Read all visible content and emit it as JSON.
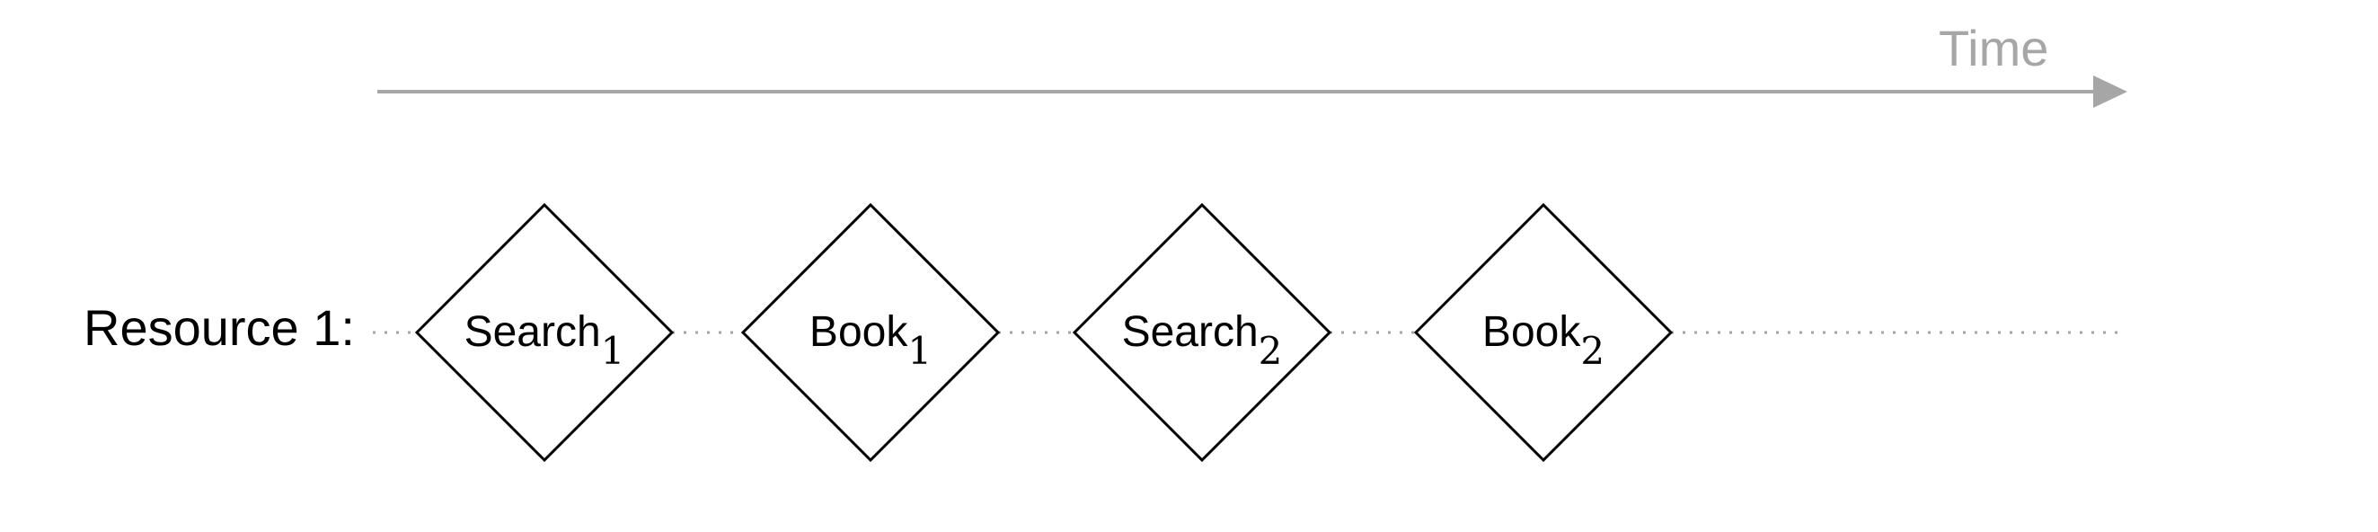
{
  "time_axis": {
    "label": "Time"
  },
  "resource_row": {
    "label": "Resource 1:",
    "nodes": [
      {
        "name": "Search",
        "subscript": "1"
      },
      {
        "name": "Book",
        "subscript": "1"
      },
      {
        "name": "Search",
        "subscript": "2"
      },
      {
        "name": "Book",
        "subscript": "2"
      }
    ]
  }
}
